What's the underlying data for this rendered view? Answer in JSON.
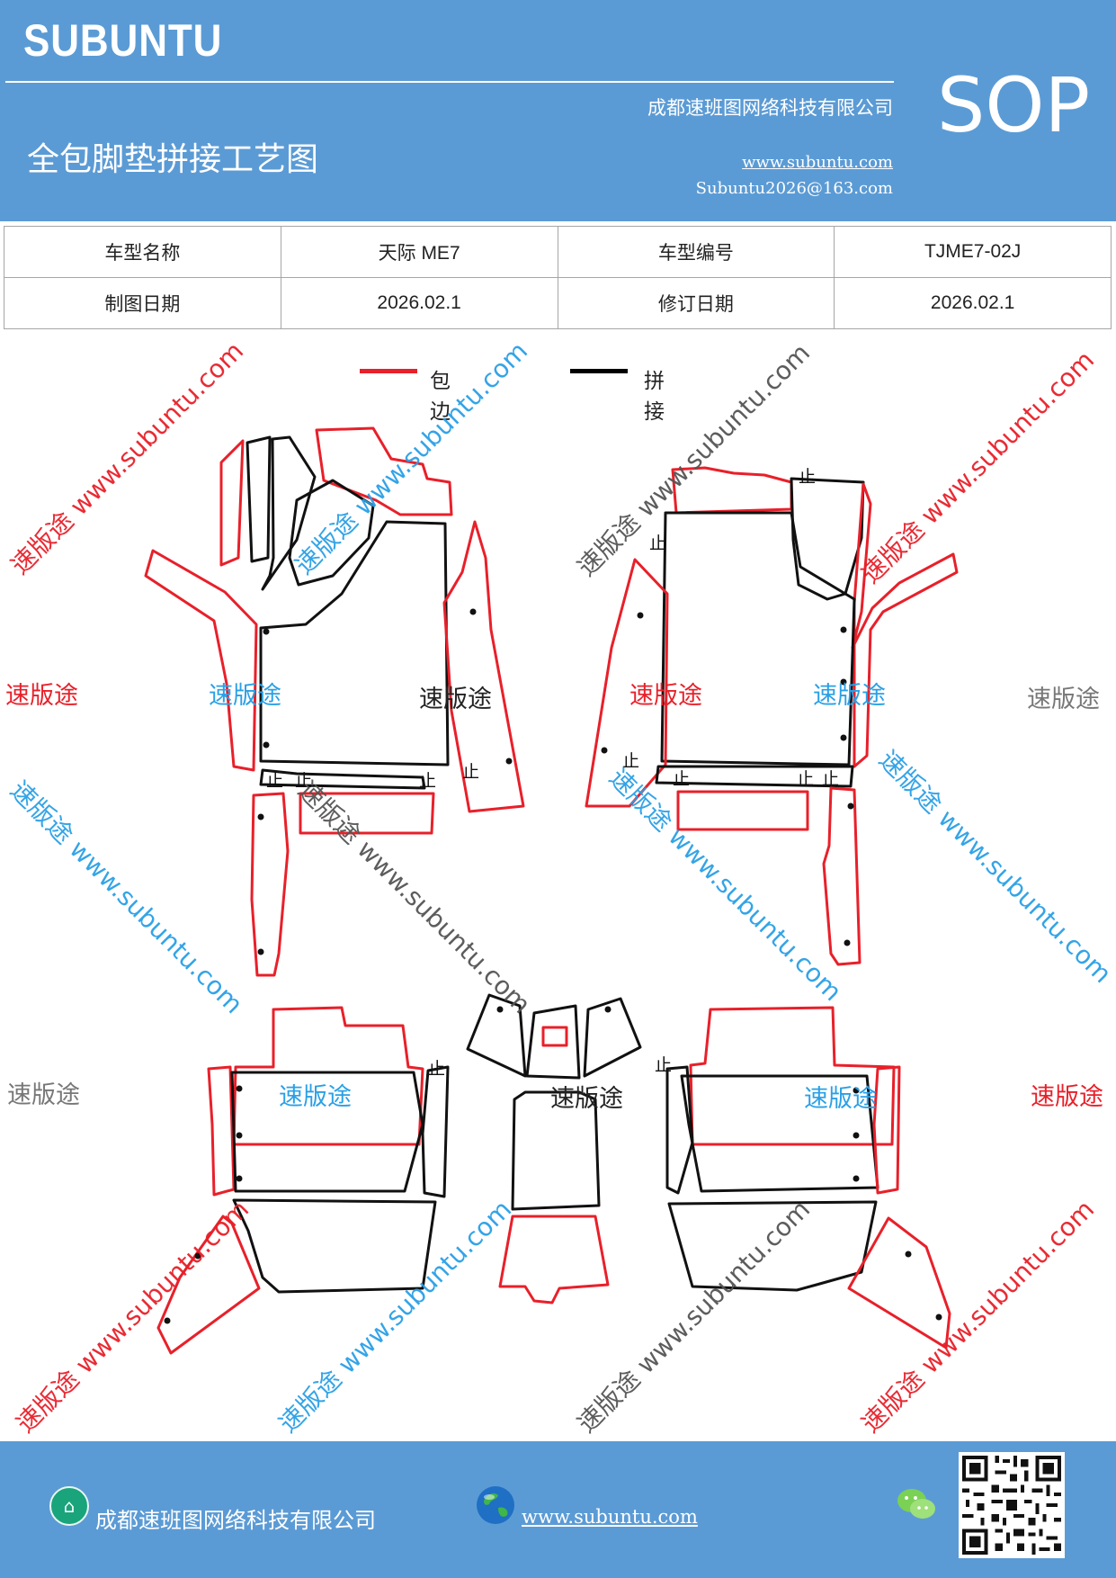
{
  "header": {
    "brand": "SUBUNTU",
    "company": "成都速班图网络科技有限公司",
    "title": "全包脚垫拼接工艺图",
    "url": "www.subuntu.com",
    "email": "Subuntu2026@163.com",
    "badge": "SOP"
  },
  "info_table": {
    "row1": {
      "label1": "车型名称",
      "value1": "天际 ME7",
      "label2": "车型编号",
      "value2": "TJME7-02J"
    },
    "row2": {
      "label1": "制图日期",
      "value1": "2026.02.1",
      "label2": "修订日期",
      "value2": "2026.02.1"
    }
  },
  "legend": {
    "items": [
      {
        "label": "包边",
        "color": "#e8202a"
      },
      {
        "label": "拼接",
        "color": "#000000"
      }
    ]
  },
  "drawing": {
    "stop_mark": "止",
    "watermark_text": "速版途",
    "watermark_diag": "速版途 www.subuntu.com"
  },
  "colors": {
    "primary": "#5b9bd5",
    "edge": "#e8202a",
    "seam": "#111111",
    "wm_red": "#e8202a",
    "wm_blue": "#2aa0e6",
    "wm_gray": "#777777"
  },
  "footer": {
    "company": "成都速班图网络科技有限公司",
    "url": "www.subuntu.com",
    "icons": [
      "home-icon",
      "globe-icon",
      "wechat-icon",
      "qr-code"
    ]
  }
}
